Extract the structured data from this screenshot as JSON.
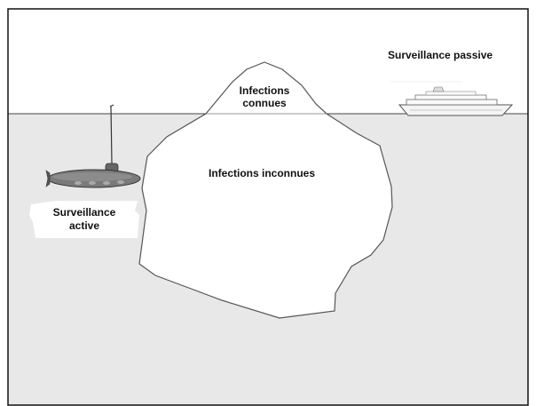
{
  "labels": {
    "surveillance_passive": "Surveillance passive",
    "infections_connues_line1": "Infections",
    "infections_connues_line2": "connues",
    "infections_inconnues": "Infections inconnues",
    "surveillance_active_line1": "Surveillance",
    "surveillance_active_line2": "active"
  },
  "colors": {
    "sky": "#ffffff",
    "water": "#e8e8e8",
    "iceberg": "#ffffff",
    "outline": "#555555",
    "frame": "#111111"
  },
  "icons": {
    "ship": "cruise-ship-icon",
    "submarine": "submarine-icon"
  }
}
